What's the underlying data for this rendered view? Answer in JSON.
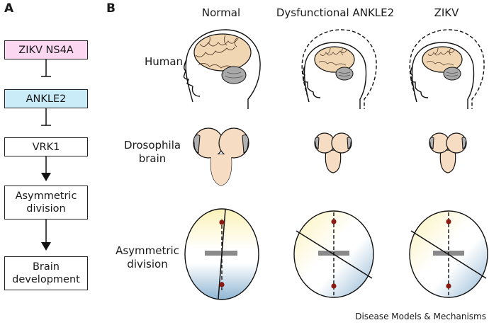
{
  "panel_a": {
    "letter": "A",
    "boxes": [
      {
        "label": "ZIKV NS4A",
        "fill": "#fbd7f2"
      },
      {
        "label": "ANKLE2",
        "fill": "#c9ecf8"
      },
      {
        "label": "VRK1",
        "fill": "#ffffff"
      },
      {
        "label": "Asymmetric\ndivision",
        "fill": "#ffffff"
      },
      {
        "label": "Brain\ndevelopment",
        "fill": "#ffffff"
      }
    ],
    "connectors": [
      "inhibits",
      "inhibits",
      "activates",
      "activates"
    ]
  },
  "panel_b": {
    "letter": "B",
    "columns": [
      "Normal",
      "Dysfunctional ANKLE2",
      "ZIKV"
    ],
    "rows": {
      "human": "Human",
      "drosophila": "Drosophila\nbrain",
      "division": "Asymmetric\ndivision"
    }
  },
  "colors": {
    "brain_tan": "#f1d6b3",
    "cerebellum_gray": "#a9a9a9",
    "fly_brain": "#f6dcc3",
    "lobe_gray": "#b0b0b0",
    "cell_yellow": "#fbf2b8",
    "cell_blue": "#8fb6d4",
    "centrosome_red": "#8a1b12"
  },
  "credit": "Disease Models & Mechanisms"
}
